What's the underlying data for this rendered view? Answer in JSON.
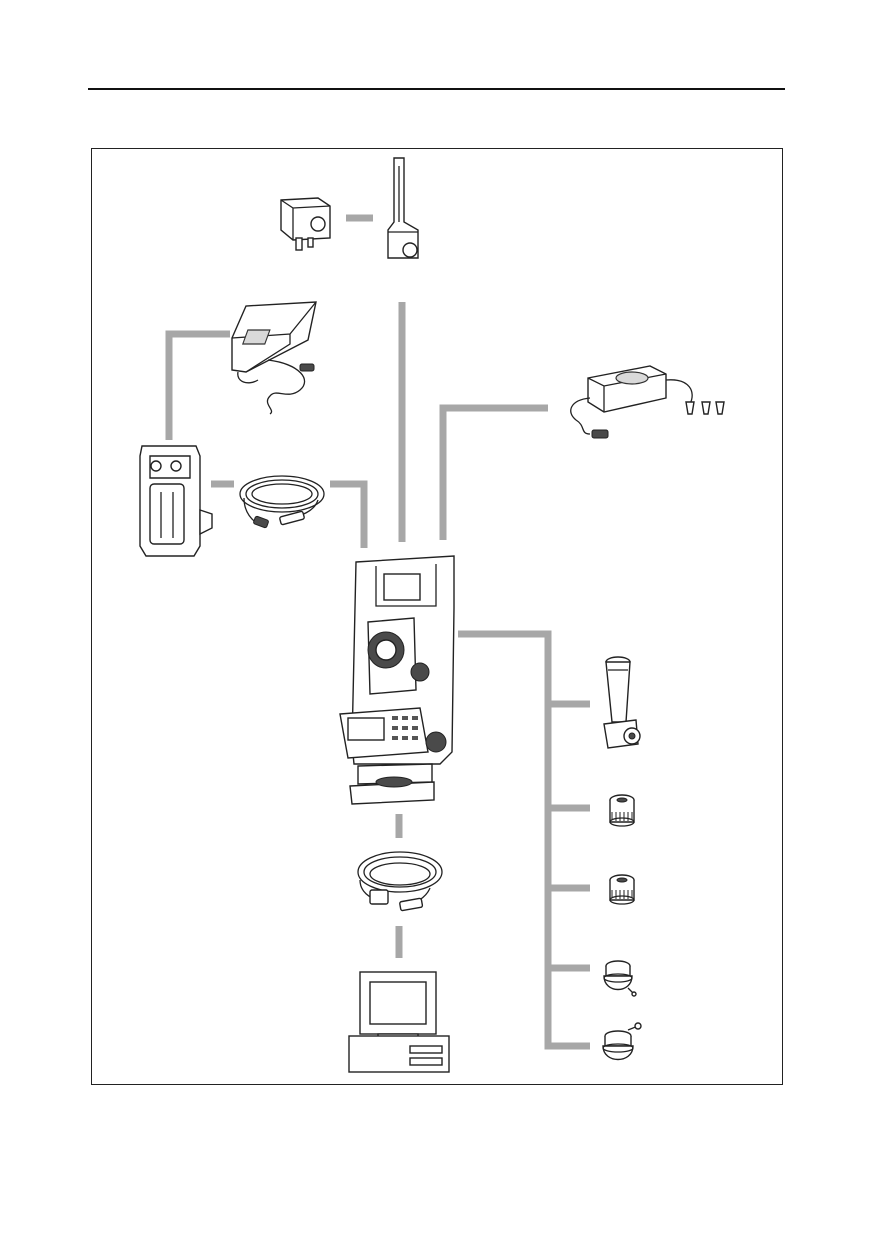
{
  "page": {
    "title": "",
    "caption": ""
  },
  "diagram": {
    "components": [
      {
        "id": "center",
        "icon": "total-station-icon"
      },
      {
        "id": "top-handle",
        "icon": "carrying-handle-icon"
      },
      {
        "id": "top-left-adapter",
        "icon": "handle-adapter-icon"
      },
      {
        "id": "left-charger",
        "icon": "battery-charger-icon"
      },
      {
        "id": "left-battery",
        "icon": "external-battery-icon"
      },
      {
        "id": "left-cable",
        "icon": "power-cable-icon"
      },
      {
        "id": "right-adapter",
        "icon": "ac-adapter-icon"
      },
      {
        "id": "bottom-cable",
        "icon": "interface-cable-icon"
      },
      {
        "id": "bottom-computer",
        "icon": "computer-icon"
      },
      {
        "id": "right-eyepiece",
        "icon": "diagonal-eyepiece-icon"
      },
      {
        "id": "right-lens-1",
        "icon": "eyepiece-lens-icon"
      },
      {
        "id": "right-lens-2",
        "icon": "eyepiece-lens-icon"
      },
      {
        "id": "right-tribrach-1",
        "icon": "tribrach-icon"
      },
      {
        "id": "right-tribrach-2",
        "icon": "tribrach-icon"
      }
    ],
    "connector_color": "#a7a7a7",
    "line_color": "#222222"
  }
}
